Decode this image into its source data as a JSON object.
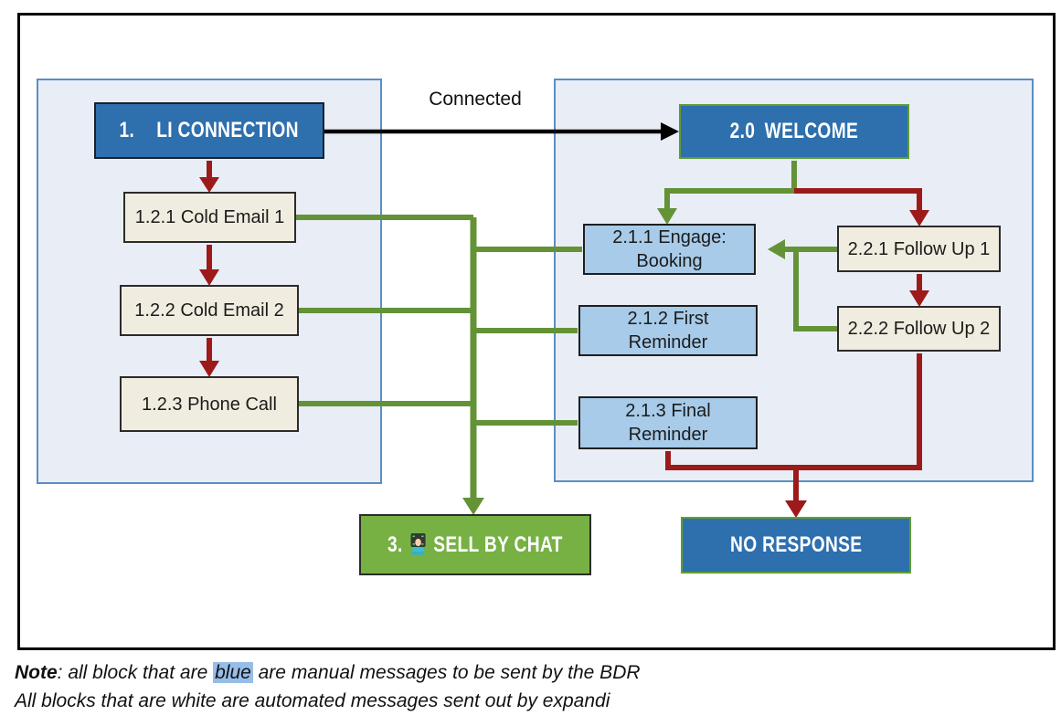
{
  "labels": {
    "connected": "Connected"
  },
  "nodes": {
    "li_connection": {
      "number": "1.",
      "label": "LI CONNECTION"
    },
    "cold_email_1": {
      "label": "1.2.1 Cold Email 1"
    },
    "cold_email_2": {
      "label": "1.2.2 Cold Email 2"
    },
    "phone_call": {
      "label": "1.2.3 Phone Call"
    },
    "welcome": {
      "number": "2.0",
      "label": "WELCOME"
    },
    "engage_booking": {
      "label": "2.1.1 Engage: Booking"
    },
    "first_reminder": {
      "label": "2.1.2 First Reminder"
    },
    "final_reminder": {
      "label": "2.1.3 Final Reminder"
    },
    "follow_up_1": {
      "label": "2.2.1 Follow Up 1"
    },
    "follow_up_2": {
      "label": "2.2.2 Follow Up 2"
    },
    "sell_by_chat": {
      "number": "3.",
      "icon": "technologist-emoji",
      "label": "SELL BY CHAT"
    },
    "no_response": {
      "label": "NO RESPONSE"
    }
  },
  "note": {
    "prefix": "Note",
    "line1_pre": ": all block that are ",
    "highlight_word": "blue",
    "line1_post": " are manual messages to be sent by the BDR",
    "line2": "All blocks that are white are automated messages sent out by expandi"
  },
  "colors": {
    "box_blue": "#2e6fad",
    "box_light_blue": "#a7cbe9",
    "box_cream": "#f0ecdf",
    "box_green": "#77b144",
    "welcome_border_green": "#5f9d33",
    "arrow_red": "#9c1a1a",
    "arrow_green": "#639336",
    "arrow_black": "#000000",
    "panel_fill": "#e8edf6",
    "panel_border": "#5b8ec6",
    "highlight_blue": "#97bde8"
  }
}
